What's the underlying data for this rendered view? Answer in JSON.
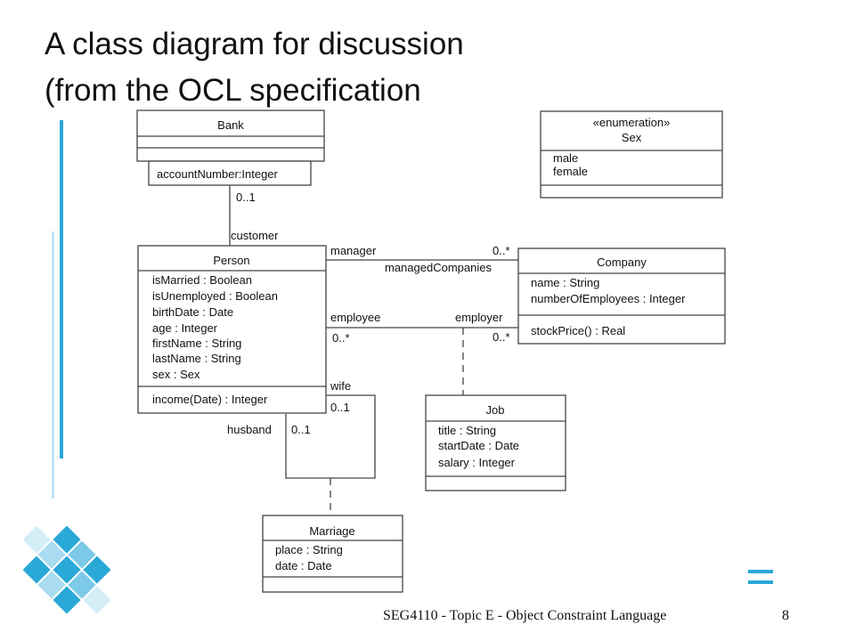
{
  "slide": {
    "title_line1": "A class diagram for discussion",
    "title_line2": "(from the OCL specification",
    "footer": "SEG4110 - Topic E - Object Constraint Language",
    "page_number": "8",
    "accent_color": "#2aa8d8"
  },
  "diagram": {
    "classes": {
      "bank": {
        "name": "Bank",
        "qualifier": "accountNumber:Integer"
      },
      "sex": {
        "stereotype": "«enumeration»",
        "name": "Sex",
        "literals": [
          "male",
          "female"
        ]
      },
      "person": {
        "name": "Person",
        "attributes": [
          "isMarried : Boolean",
          "isUnemployed : Boolean",
          "birthDate : Date",
          "age : Integer",
          "firstName : String",
          "lastName : String",
          "sex : Sex"
        ],
        "operations": [
          "income(Date) : Integer"
        ]
      },
      "company": {
        "name": "Company",
        "attributes": [
          "name : String",
          "numberOfEmployees : Integer"
        ],
        "operations": [
          "stockPrice() : Real"
        ]
      },
      "job": {
        "name": "Job",
        "attributes": [
          "title : String",
          "startDate : Date",
          "salary : Integer"
        ]
      },
      "marriage": {
        "name": "Marriage",
        "attributes": [
          "place : String",
          "date : Date"
        ]
      }
    },
    "labels": {
      "bank_mult": "0..1",
      "customer": "customer",
      "manager": "manager",
      "manager_mult": "0..*",
      "managed_companies": "managedCompanies",
      "employee": "employee",
      "employer": "employer",
      "employee_mult": "0..*",
      "employer_mult": "0..*",
      "wife": "wife",
      "wife_mult": "0..1",
      "husband": "husband",
      "husband_mult": "0..1"
    }
  }
}
